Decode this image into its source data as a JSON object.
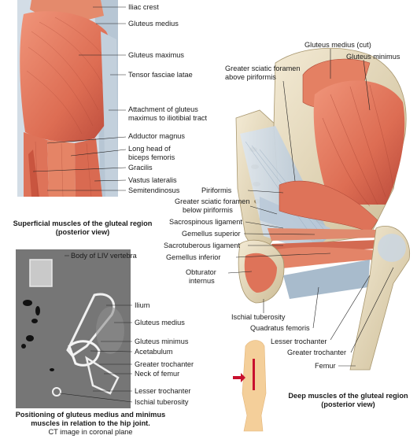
{
  "superficial": {
    "labels": {
      "iliac_crest": "Iliac crest",
      "gluteus_medius": "Gluteus medius",
      "gluteus_maximus": "Gluteus maximus",
      "tensor_fasciae_latae": "Tensor fasciae latae",
      "attachment_1": "Attachment of gluteus",
      "attachment_2": "maximus to iliotibial tract",
      "adductor_magnus": "Adductor magnus",
      "long_head_1": "Long head of",
      "long_head_2": "biceps femoris",
      "gracilis": "Gracilis",
      "vastus_lateralis": "Vastus lateralis",
      "semitendinosus": "Semitendinosus"
    },
    "caption_1": "Superficial muscles of the gluteal region",
    "caption_2": "(posterior view)"
  },
  "ct": {
    "labels": {
      "body_l4": "Body of LIV vertebra",
      "ilium": "Ilium",
      "gluteus_medius": "Gluteus medius",
      "gluteus_minimus": "Gluteus minimus",
      "acetabulum": "Acetabulum",
      "greater_trochanter": "Greater trochanter",
      "neck_of_femur": "Neck of femur",
      "lesser_trochanter": "Lesser trochanter",
      "ischial_tuberosity": "Ischial tuberosity"
    },
    "caption_1": "Positioning of gluteus medius and minimus",
    "caption_2": "muscles in relation to the hip joint.",
    "caption_3": "CT image in coronal plane"
  },
  "deep": {
    "labels": {
      "gluteus_medius_cut": "Gluteus medius (cut)",
      "gluteus_minimus": "Gluteus minimus",
      "gsf_above_1": "Greater sciatic foramen",
      "gsf_above_2": "above piriformis",
      "piriformis": "Piriformis",
      "gsf_below_1": "Greater sciatic foramen",
      "gsf_below_2": "below piriformis",
      "sacrospinous": "Sacrospinous ligament",
      "gemellus_superior": "Gemellus superior",
      "sacrotuberous": "Sacrotuberous ligament",
      "gemellus_inferior": "Gemellus inferior",
      "obturator_1": "Obturator",
      "obturator_2": "internus",
      "ischial_tuberosity": "Ischial tuberosity",
      "quadratus_femoris": "Quadratus femoris",
      "lesser_trochanter": "Lesser trochanter",
      "greater_trochanter": "Greater trochanter",
      "femur": "Femur"
    },
    "caption_1": "Deep muscles of the gluteal region",
    "caption_2": "(posterior view)"
  },
  "colors": {
    "muscle": "#e0735a",
    "muscle_dark": "#b84a36",
    "tendon": "#c9d6e3",
    "bone": "#e8dcc0",
    "ct_bg": "#7b7b7b",
    "leg": "#f4cf9a",
    "marker": "#c8102e"
  }
}
